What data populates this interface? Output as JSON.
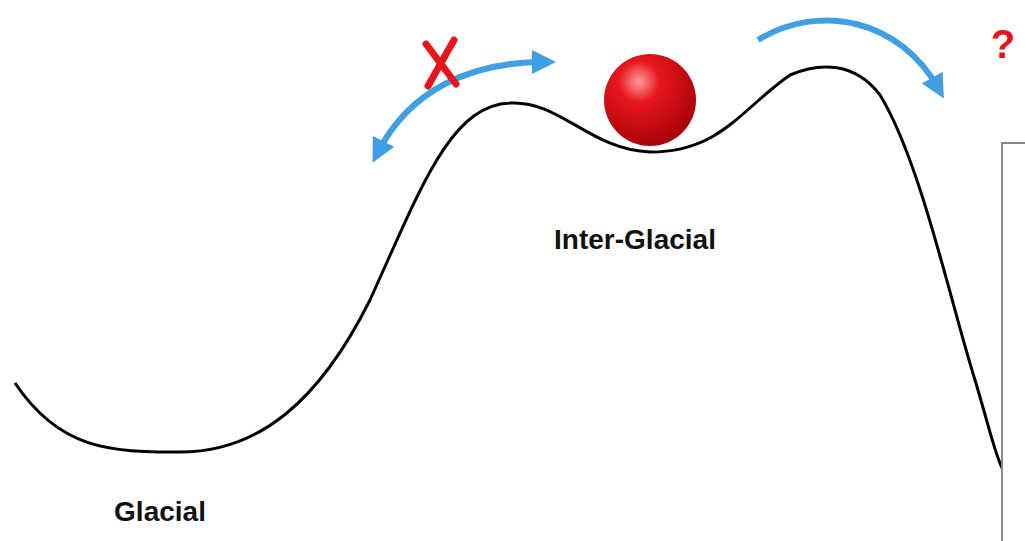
{
  "diagram": {
    "labels": [
      "Inter-Glacial",
      "Glacial",
      "?"
    ]
  }
}
